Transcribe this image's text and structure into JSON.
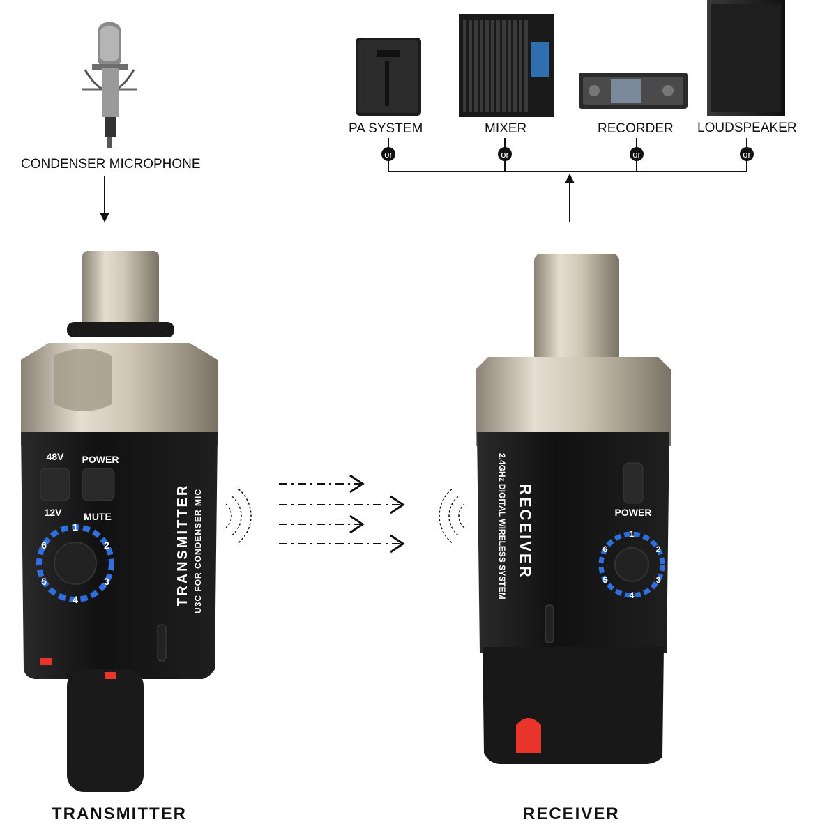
{
  "source": {
    "label": "CONDENSER MICROPHONE"
  },
  "destinations": [
    {
      "label": "PA SYSTEM"
    },
    {
      "label": "MIXER"
    },
    {
      "label": "RECORDER"
    },
    {
      "label": "LOUDSPEAKER"
    }
  ],
  "connector_text": "or",
  "transmitter": {
    "caption": "TRANSMITTER",
    "side_title": "TRANSMITTER",
    "side_subtitle": "U3C FOR CONDENSER MIC",
    "label_48v": "48V",
    "label_power": "POWER",
    "label_12v": "12V",
    "label_mute": "MUTE",
    "channels": [
      "1",
      "2",
      "3",
      "4",
      "5",
      "6"
    ]
  },
  "receiver": {
    "caption": "RECEIVER",
    "side_title": "RECEIVER",
    "side_subtitle": "2.4GHz DIGITAL WIRELESS SYSTEM",
    "label_power": "POWER",
    "channels": [
      "1",
      "2",
      "3",
      "4",
      "5",
      "6"
    ]
  },
  "colors": {
    "ring_blue": "#2f6fe0",
    "led_red": "#e8342a",
    "body_black": "#141414",
    "metal": "#c9bfae"
  }
}
